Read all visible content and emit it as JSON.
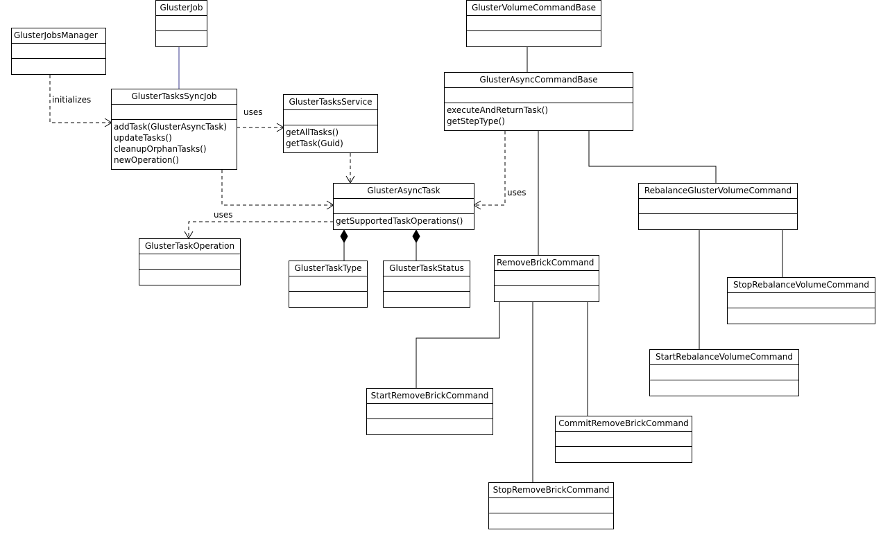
{
  "classes": {
    "gluster_jobs_manager": {
      "name": "GlusterJobsManager",
      "operations": []
    },
    "gluster_job": {
      "name": "GlusterJob",
      "operations": []
    },
    "gluster_tasks_sync_job": {
      "name": "GlusterTasksSyncJob",
      "operations": [
        "addTask(GlusterAsyncTask)",
        "updateTasks()",
        "cleanupOrphanTasks()",
        "newOperation()"
      ]
    },
    "gluster_tasks_service": {
      "name": "GlusterTasksService",
      "operations": [
        "getAllTasks()",
        "getTask(Guid)"
      ]
    },
    "gluster_async_task": {
      "name": "GlusterAsyncTask",
      "operations": [
        "getSupportedTaskOperations()"
      ]
    },
    "gluster_task_operation": {
      "name": "GlusterTaskOperation",
      "operations": []
    },
    "gluster_task_type": {
      "name": "GlusterTaskType",
      "operations": []
    },
    "gluster_task_status": {
      "name": "GlusterTaskStatus",
      "operations": []
    },
    "gluster_volume_command_base": {
      "name": "GlusterVolumeCommandBase",
      "operations": []
    },
    "gluster_async_command_base": {
      "name": "GlusterAsyncCommandBase",
      "operations": [
        "executeAndReturnTask()",
        "getStepType()"
      ]
    },
    "rebalance_gluster_volume_command": {
      "name": "RebalanceGlusterVolumeCommand",
      "operations": []
    },
    "remove_brick_command": {
      "name": "RemoveBrickCommand",
      "operations": []
    },
    "stop_rebalance_volume_command": {
      "name": "StopRebalanceVolumeCommand",
      "operations": []
    },
    "start_rebalance_volume_command": {
      "name": "StartRebalanceVolumeCommand",
      "operations": []
    },
    "start_remove_brick_command": {
      "name": "StartRemoveBrickCommand",
      "operations": []
    },
    "commit_remove_brick_command": {
      "name": "CommitRemoveBrickCommand",
      "operations": []
    },
    "stop_remove_brick_command": {
      "name": "StopRemoveBrickCommand",
      "operations": []
    }
  },
  "labels": {
    "initializes": "initializes",
    "uses_service": "uses",
    "uses_operation": "uses",
    "uses_async_task": "uses"
  },
  "colors": {
    "line": "#000000",
    "generalization_accent": "#3a3a8c"
  }
}
